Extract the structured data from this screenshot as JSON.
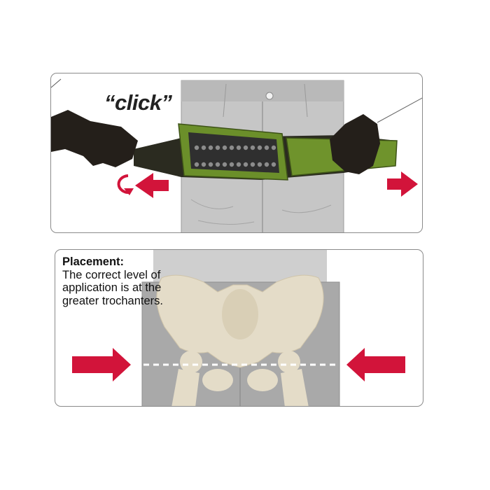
{
  "top_panel": {
    "click_text": "“click”"
  },
  "bottom_panel": {
    "placement_heading": "Placement:",
    "placement_body": "The correct level of application is at the greater trochanters."
  },
  "colors": {
    "arrow_red": "#d2143a",
    "belt_green": "#6b8f2a",
    "belt_dark": "#2b2b20",
    "jeans_gray": "#bdbdbd",
    "bone": "#e4dcc8",
    "panel_border": "#8a8a8a"
  }
}
